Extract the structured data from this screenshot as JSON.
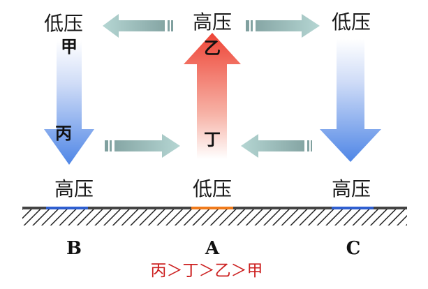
{
  "pressure": {
    "top_left": "低压",
    "top_center": "高压",
    "top_right": "低压",
    "bottom_left": "高压",
    "bottom_center": "低压",
    "bottom_right": "高压"
  },
  "points": {
    "jia": "甲",
    "yi": "乙",
    "bing": "丙",
    "ding": "丁"
  },
  "locations": {
    "left": "B",
    "center": "A",
    "right": "C"
  },
  "result": "丙＞丁＞乙＞甲",
  "colors": {
    "descending_arrow": "#4f86e6",
    "rising_arrow": "#ee4436",
    "flow_arrow": "#8fb5b4",
    "ground": "#444444",
    "mark_blue": "#2f5fd0",
    "mark_orange": "#f07b1c",
    "result_text": "#cc1f1f"
  }
}
